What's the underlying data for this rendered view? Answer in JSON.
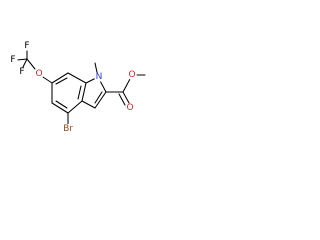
{
  "molecule": {
    "atoms": {
      "n1": "N",
      "o_ester": "O",
      "o_carbonyl": "O",
      "o_ether": "O",
      "f1": "F",
      "f2": "F",
      "f3": "F",
      "br": "Br"
    },
    "colors": {
      "bond": "#000000",
      "nitrogen": "#2f3bd6",
      "oxygen": "#d22b2b",
      "bromine": "#9a4b1f",
      "fluorine": "#000000",
      "background": "#ffffff"
    }
  }
}
